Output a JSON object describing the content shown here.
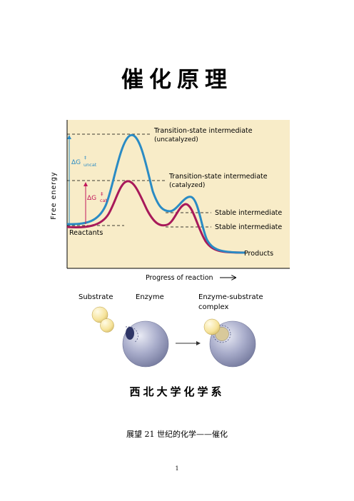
{
  "document": {
    "title": "催化原理",
    "school": "西北大学化学系",
    "subtitle": "展望 21 世纪的化学——催化",
    "page_number": "1"
  },
  "energy_figure": {
    "ylabel": "Free energy",
    "xlabel": "Progress of reaction",
    "labels": {
      "ts_uncat": "Transition-state intermediate",
      "ts_uncat_note": "(uncatalyzed)",
      "ts_cat": "Transition-state intermediate",
      "ts_cat_note": "(catalyzed)",
      "stable1": "Stable intermediate",
      "stable2": "Stable intermediate",
      "reactants": "Reactants",
      "products": "Products",
      "dg_uncat": "ΔG",
      "dg_uncat_sub": "uncat",
      "dg_cat": "ΔG",
      "dg_cat_sub": "cat"
    },
    "colors": {
      "background": "#f8ecc8",
      "uncatalyzed": "#2a8bc4",
      "catalyzed": "#a8195a",
      "arrow_uncat": "#2a8bc4",
      "arrow_cat": "#c2185b"
    }
  },
  "enzyme_figure": {
    "substrate": "Substrate",
    "enzyme": "Enzyme",
    "complex_line1": "Enzyme-substrate",
    "complex_line2": "complex",
    "colors": {
      "substrate": "#f6e39a",
      "enzyme": "#a9adcb"
    }
  }
}
